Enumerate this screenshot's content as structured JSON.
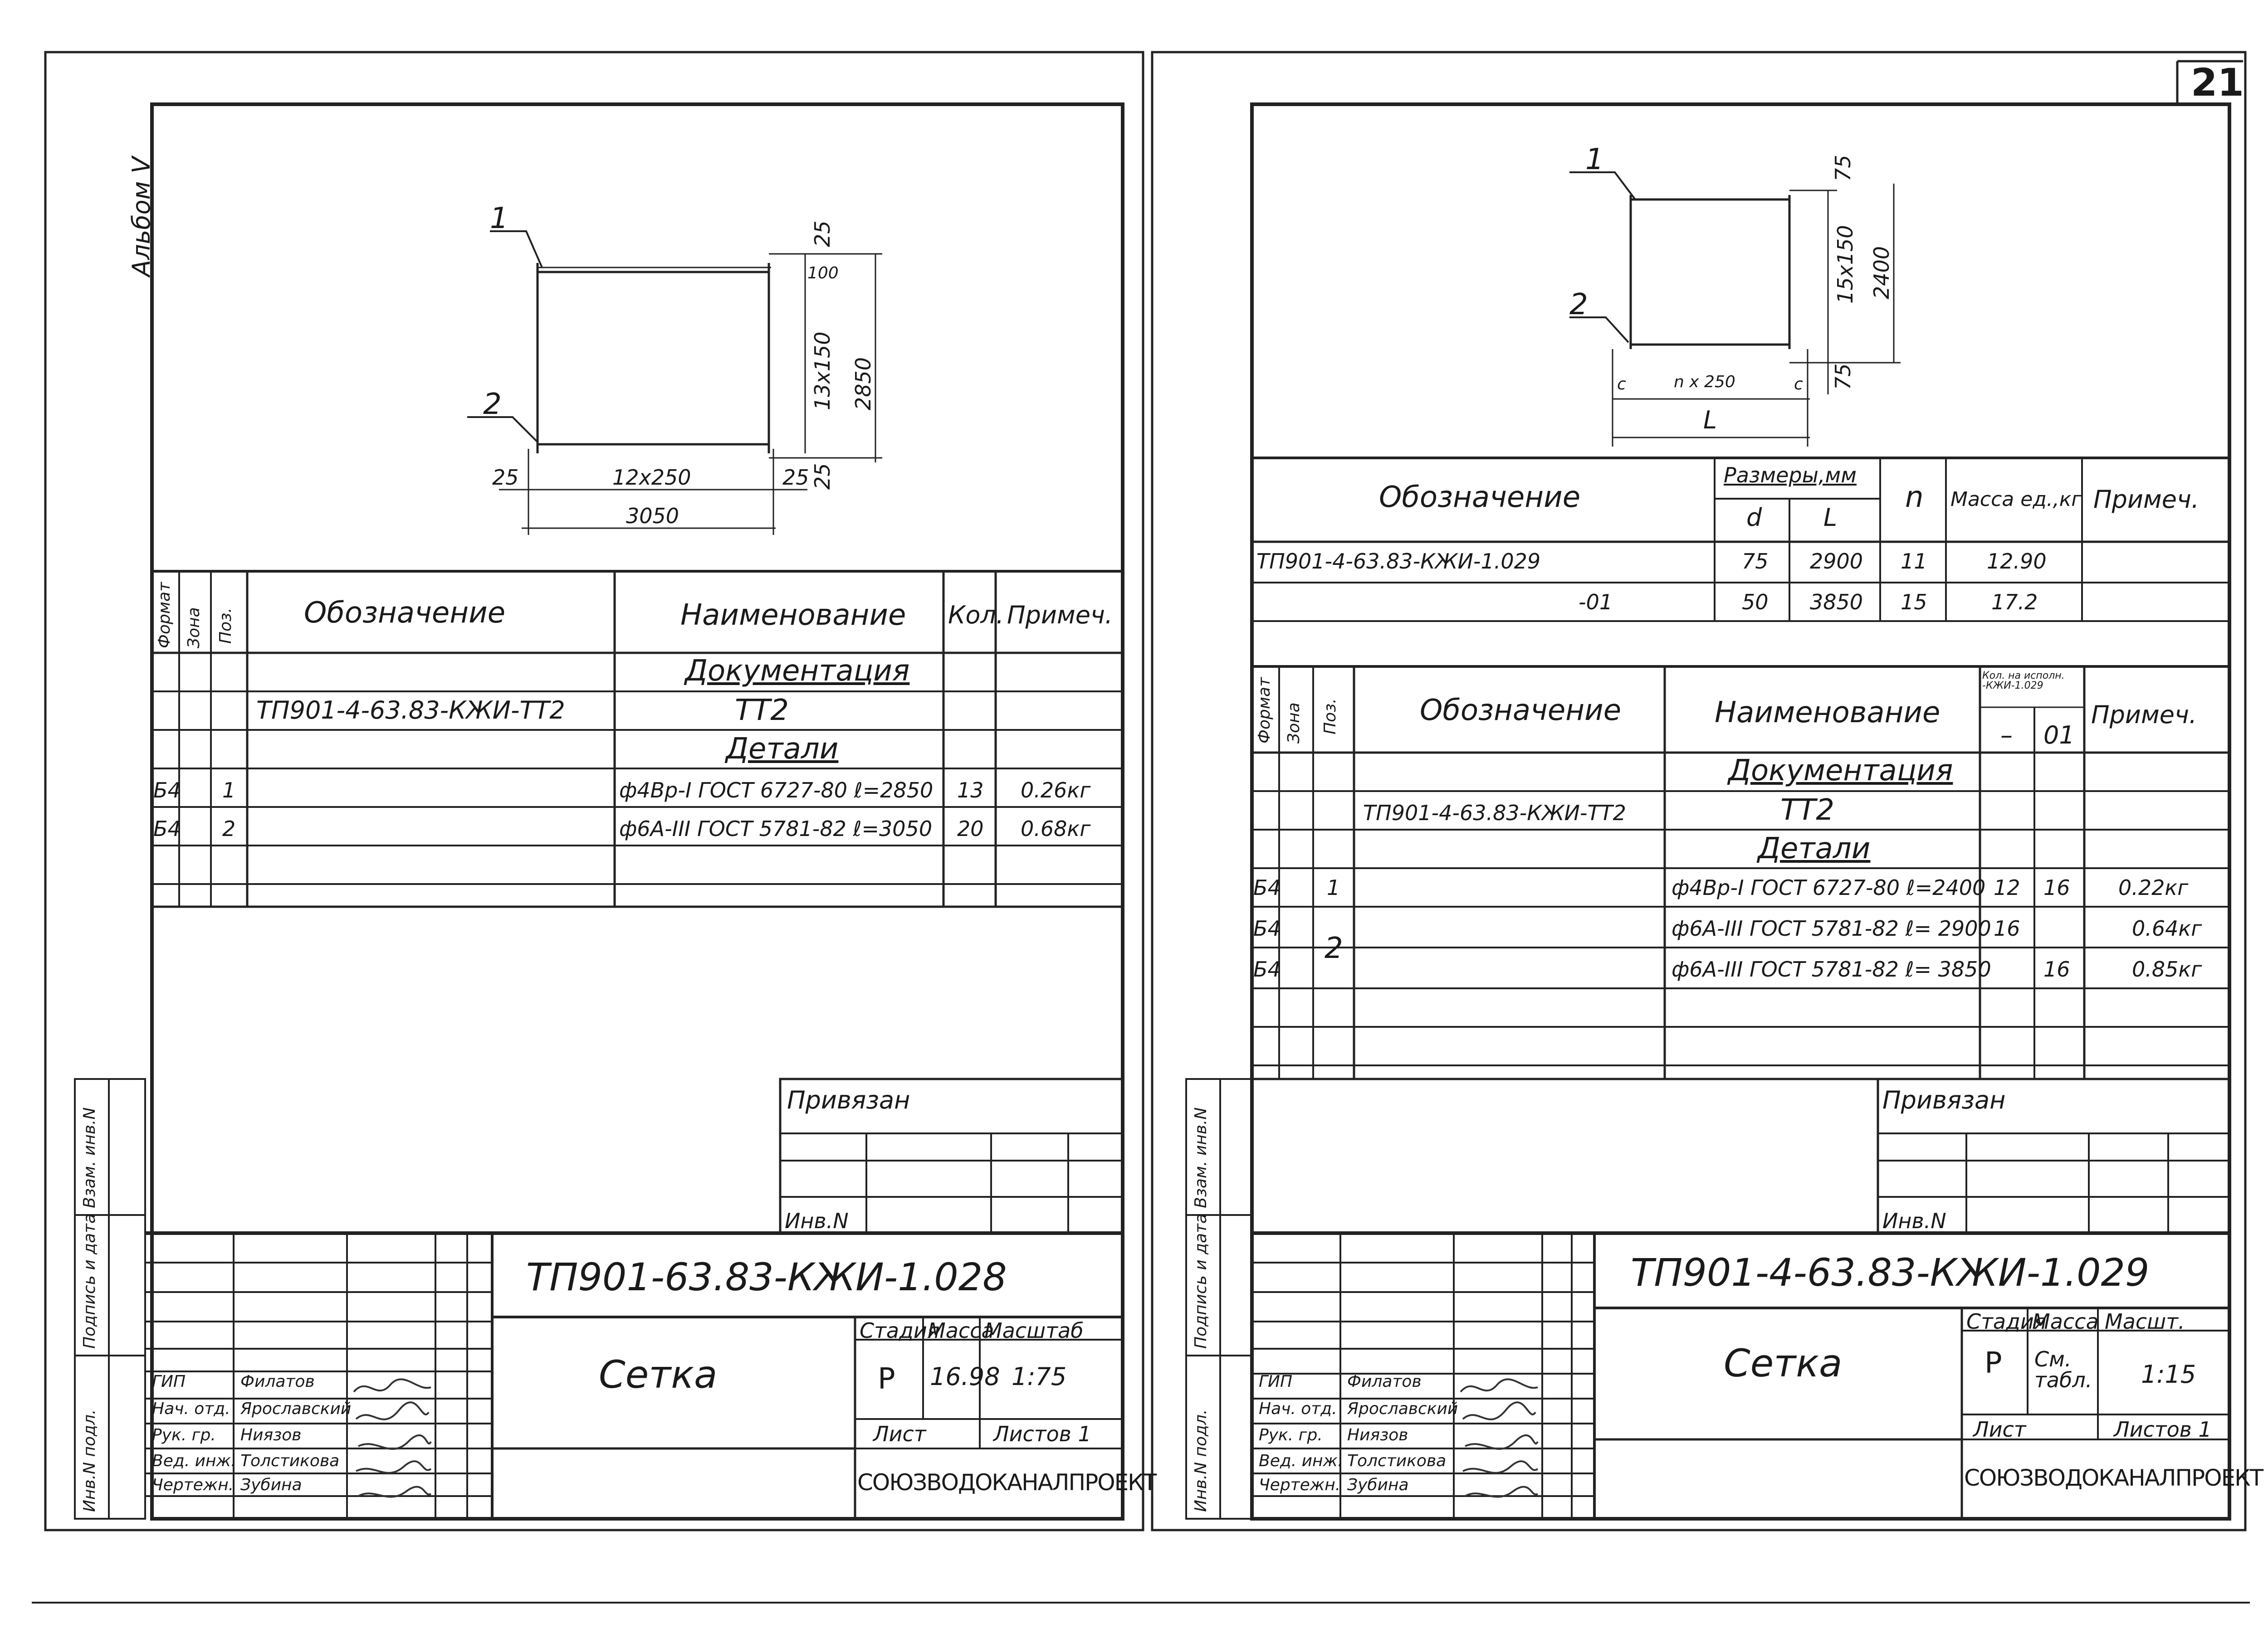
{
  "page_number": "21",
  "album": "Альбом V",
  "left": {
    "drawing": {
      "pos1": "1",
      "pos2": "2",
      "dim_top": "25",
      "dim_vert": "13x150",
      "dim_total_h": "2850",
      "dim_bottom_left": "25",
      "dim_span": "12x250",
      "dim_bottom_right": "25",
      "dim_right_bottom": "25",
      "dim_total_w": "3050",
      "dim_small": "100"
    },
    "spec": {
      "headers": {
        "format": "Формат",
        "zone": "Зона",
        "pos": "Поз.",
        "designation": "Обозначение",
        "name": "Наименование",
        "qty": "Кол.",
        "note": "Примеч."
      },
      "rows": [
        {
          "format": "",
          "pos": "",
          "designation": "",
          "name": "Документация",
          "qty": "",
          "note": ""
        },
        {
          "format": "",
          "pos": "",
          "designation": "ТП901-4-63.83-КЖИ-ТТ2",
          "name": "ТТ2",
          "qty": "",
          "note": ""
        },
        {
          "format": "",
          "pos": "",
          "designation": "",
          "name": "Детали",
          "qty": "",
          "note": ""
        },
        {
          "format": "Б4",
          "pos": "1",
          "designation": "",
          "name": "ф4Вр-I ГОСТ 6727-80 ℓ=2850",
          "qty": "13",
          "note": "0.26кг"
        },
        {
          "format": "Б4",
          "pos": "2",
          "designation": "",
          "name": "ф6А-III ГОСТ 5781-82 ℓ=3050",
          "qty": "20",
          "note": "0.68кг"
        }
      ]
    },
    "privyazan": "Привязан",
    "inv_no": "Инв.N",
    "side_labels": {
      "vzam": "Взам. инв.N",
      "podpis": "Подпись и дата",
      "inv_podl": "Инв.N подл."
    },
    "title_block": {
      "code": "ТП901-63.83-КЖИ-1.028",
      "name": "Сетка",
      "stage_label": "Стадия",
      "mass_label": "Масса",
      "scale_label": "Масштаб",
      "stage": "Р",
      "mass": "16.98",
      "scale": "1:75",
      "sheet_label": "Лист",
      "sheets_label": "Листов 1",
      "org": "СОЮЗВОДОКАНАЛПРОЕКТ",
      "people": [
        {
          "role": "ГИП",
          "name": "Филатов"
        },
        {
          "role": "Нач. отд.",
          "name": "Ярославский"
        },
        {
          "role": "Рук. гр.",
          "name": "Ниязов"
        },
        {
          "role": "Вед. инж.",
          "name": "Толстикова"
        },
        {
          "role": "Чертежн.",
          "name": "Зубина"
        }
      ]
    }
  },
  "right": {
    "drawing": {
      "pos1": "1",
      "pos2": "2",
      "dim_top": "75",
      "dim_vert": "15x150",
      "dim_total_h": "2400",
      "dim_bottom_v": "75",
      "dim_span": "n x 250",
      "dim_L": "L",
      "dim_left_c": "c",
      "dim_right_c": "c"
    },
    "dims_table": {
      "headers": {
        "designation": "Обозначение",
        "sizes": "Размеры,мм",
        "d": "d",
        "L": "L",
        "n": "n",
        "mass": "Масса ед.,кг",
        "note": "Примеч."
      },
      "rows": [
        {
          "designation": "ТП901-4-63.83-КЖИ-1.029",
          "d": "75",
          "L": "2900",
          "n": "11",
          "mass": "12.90",
          "note": ""
        },
        {
          "designation": "-01",
          "d": "50",
          "L": "3850",
          "n": "15",
          "mass": "17.2",
          "note": ""
        }
      ]
    },
    "spec": {
      "headers": {
        "format": "Формат",
        "zone": "Зона",
        "pos": "Поз.",
        "designation": "Обозначение",
        "name": "Наименование",
        "qty_group": "Кол. на исполн. -КЖИ-1.029",
        "qty_a": "–",
        "qty_b": "01",
        "note": "Примеч."
      },
      "rows": [
        {
          "format": "",
          "pos": "",
          "designation": "",
          "name": "Документация",
          "qa": "",
          "qb": "",
          "note": ""
        },
        {
          "format": "",
          "pos": "",
          "designation": "ТП901-4-63.83-КЖИ-ТТ2",
          "name": "ТТ2",
          "qa": "",
          "qb": "",
          "note": ""
        },
        {
          "format": "",
          "pos": "",
          "designation": "",
          "name": "Детали",
          "qa": "",
          "qb": "",
          "note": ""
        },
        {
          "format": "Б4",
          "pos": "1",
          "designation": "",
          "name": "ф4Вр-I ГОСТ 6727-80 ℓ=2400",
          "qa": "12",
          "qb": "16",
          "note": "0.22кг"
        },
        {
          "format": "Б4",
          "pos": "2",
          "designation": "",
          "name": "ф6А-III ГОСТ 5781-82 ℓ= 2900",
          "qa": "16",
          "qb": "",
          "note": "0.64кг"
        },
        {
          "format": "Б4",
          "pos": "",
          "designation": "",
          "name": "ф6А-III ГОСТ 5781-82 ℓ= 3850",
          "qa": "",
          "qb": "16",
          "note": "0.85кг"
        }
      ]
    },
    "privyazan": "Привязан",
    "inv_no": "Инв.N",
    "side_labels": {
      "vzam": "Взам. инв.N",
      "podpis": "Подпись и дата",
      "inv_podl": "Инв.N подл."
    },
    "title_block": {
      "code": "ТП901-4-63.83-КЖИ-1.029",
      "name": "Сетка",
      "stage_label": "Стадия",
      "mass_label": "Масса",
      "scale_label": "Масшт.",
      "stage": "Р",
      "mass": "См. табл.",
      "scale": "1:15",
      "sheet_label": "Лист",
      "sheets_label": "Листов 1",
      "org": "СОЮЗВОДОКАНАЛПРОЕКТ",
      "people": [
        {
          "role": "ГИП",
          "name": "Филатов"
        },
        {
          "role": "Нач. отд.",
          "name": "Ярославский"
        },
        {
          "role": "Рук. гр.",
          "name": "Ниязов"
        },
        {
          "role": "Вед. инж.",
          "name": "Толстикова"
        },
        {
          "role": "Чертежн.",
          "name": "Зубина"
        }
      ]
    }
  }
}
